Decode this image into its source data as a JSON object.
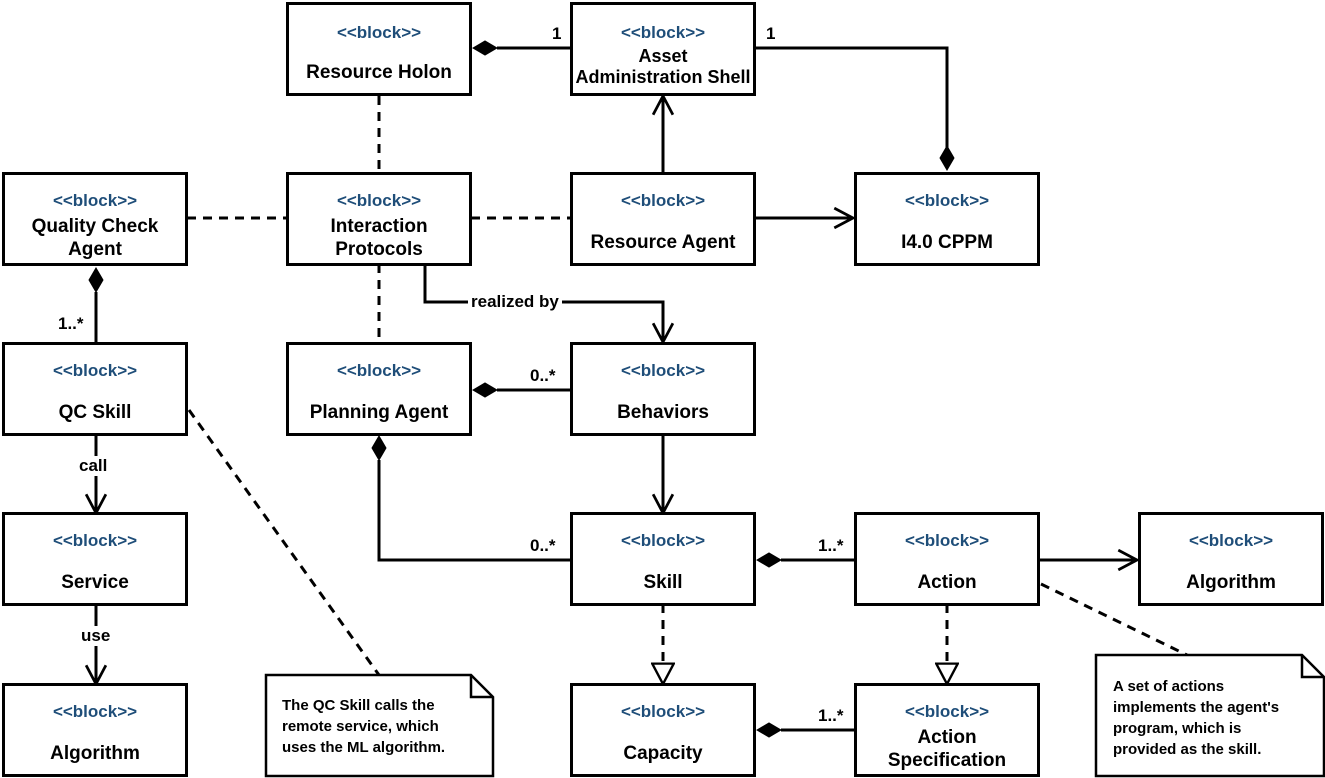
{
  "stereotype": "<<block>>",
  "blocks": {
    "resource_holon": "Resource Holon",
    "aas_line1": "Asset",
    "aas_line2": "Administration Shell",
    "quality_check_line1": "Quality Check",
    "quality_check_line2": "Agent",
    "interaction_line1": "Interaction",
    "interaction_line2": "Protocols",
    "resource_agent": "Resource Agent",
    "cppm": "I4.0 CPPM",
    "qc_skill": "QC Skill",
    "planning_agent": "Planning Agent",
    "behaviors": "Behaviors",
    "service": "Service",
    "skill": "Skill",
    "action": "Action",
    "algorithm_right": "Algorithm",
    "algorithm_left": "Algorithm",
    "capacity": "Capacity",
    "action_spec_line1": "Action",
    "action_spec_line2": "Specification"
  },
  "labels": {
    "mult_rh_aas": "1",
    "mult_aas_cppm": "1",
    "mult_qc_skill": "1..*",
    "mult_behaviors": "0..*",
    "mult_skill": "0..*",
    "mult_action": "1..*",
    "mult_action_spec": "1..*",
    "realized_by": "realized by",
    "call": "call",
    "use": "use"
  },
  "notes": {
    "qc_note": [
      "The QC Skill calls the",
      "remote service, which",
      "uses the ML algorithm."
    ],
    "action_note": [
      "A set of actions",
      "implements the agent's",
      "program, which is",
      "provided as the skill."
    ]
  }
}
